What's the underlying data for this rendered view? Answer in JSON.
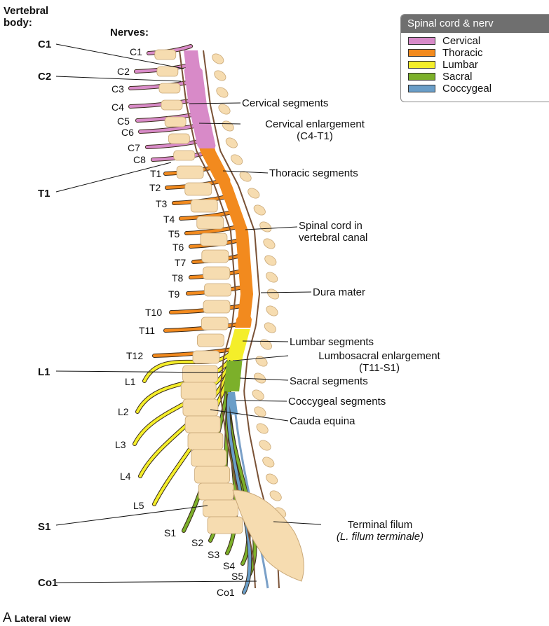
{
  "headers": {
    "vertebral_body": "Vertebral\nbody:",
    "vertebral_line1": "Vertebral",
    "vertebral_line2": "body:",
    "nerves": "Nerves:"
  },
  "vertebral_labels": [
    "C1",
    "C2",
    "T1",
    "L1",
    "S1",
    "Co1"
  ],
  "nerve_labels": {
    "cervical": [
      "C1",
      "C2",
      "C3",
      "C4",
      "C5",
      "C6",
      "C7",
      "C8"
    ],
    "thoracic": [
      "T1",
      "T2",
      "T3",
      "T4",
      "T5",
      "T6",
      "T7",
      "T8",
      "T9",
      "T10",
      "T11",
      "T12"
    ],
    "lumbar": [
      "L1",
      "L2",
      "L3",
      "L4",
      "L5"
    ],
    "sacral": [
      "S1",
      "S2",
      "S3",
      "S4",
      "S5"
    ],
    "coccygeal": [
      "Co1"
    ]
  },
  "callouts": {
    "cervical_segments": "Cervical segments",
    "cervical_enlargement": "Cervical enlargement",
    "cervical_enlargement_range": "(C4-T1)",
    "thoracic_segments": "Thoracic segments",
    "spinal_cord_line1": "Spinal cord in",
    "spinal_cord_line2": "vertebral canal",
    "dura_mater": "Dura mater",
    "lumbar_segments": "Lumbar segments",
    "lumbosacral_enlargement": "Lumbosacral enlargement",
    "lumbosacral_range": "(T11-S1)",
    "sacral_segments": "Sacral segments",
    "coccygeal_segments": "Coccygeal segments",
    "cauda_equina": "Cauda equina",
    "terminal_filum": "Terminal filum",
    "terminal_filum_latin": "(L. filum terminale)"
  },
  "legend": {
    "title": "Spinal cord & nerv",
    "items": [
      {
        "label": "Cervical",
        "color": "#d88ac8"
      },
      {
        "label": "Thoracic",
        "color": "#f28a1e"
      },
      {
        "label": "Lumbar",
        "color": "#f4ee2a"
      },
      {
        "label": "Sacral",
        "color": "#7cb02a"
      },
      {
        "label": "Coccygeal",
        "color": "#6a9ec8"
      }
    ]
  },
  "caption": {
    "letter": "A",
    "text": "Lateral view"
  },
  "colors": {
    "cervical": "#d88ac8",
    "thoracic": "#f28a1e",
    "lumbar": "#f4ee2a",
    "sacral": "#7cb02a",
    "coccygeal": "#6a9ec8",
    "bone": "#f6dcb0",
    "dura": "#7a5236"
  }
}
